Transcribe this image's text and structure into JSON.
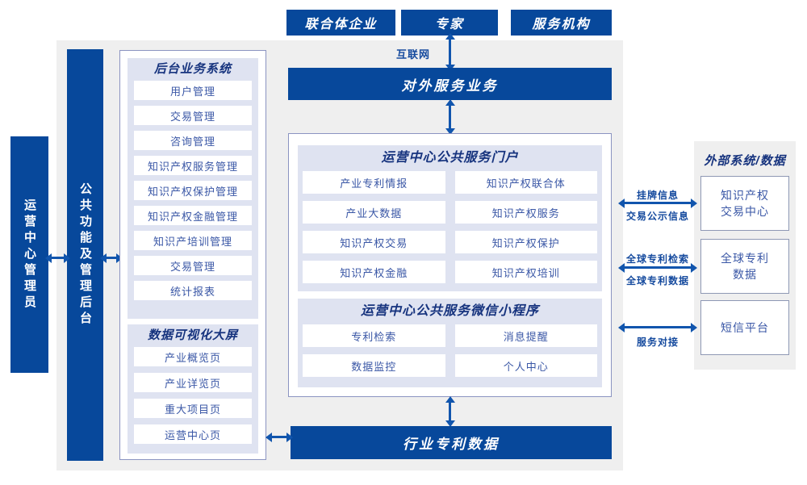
{
  "colors": {
    "primary_blue": "#07489B",
    "arrow_blue": "#1155AD",
    "panel_lavender": "#DFE3F1",
    "container_border": "#8B94C1",
    "background_gray": "#EFEFEF",
    "item_text": "#3A57A6"
  },
  "top_actors": [
    {
      "label": "联合体企业"
    },
    {
      "label": "专家"
    },
    {
      "label": "服务机构"
    }
  ],
  "internet_label": "互联网",
  "external_service_bar": "对外服务业务",
  "left_bars": {
    "operator": "运营中心管理员",
    "admin_backend": "公共功能及管理后台"
  },
  "backend_panel": {
    "title": "后台业务系统",
    "items": [
      "用户管理",
      "交易管理",
      "咨询管理",
      "知识产权服务管理",
      "知识产权保护管理",
      "知识产权金融管理",
      "知识产培训管理",
      "交易管理",
      "统计报表"
    ]
  },
  "dashboard_panel": {
    "title": "数据可视化大屏",
    "items": [
      "产业概览页",
      "产业详览页",
      "重大项目页",
      "运营中心页"
    ]
  },
  "portal_panel": {
    "title": "运营中心公共服务门户",
    "items": [
      "产业专利情报",
      "知识产权联合体",
      "产业大数据",
      "知识产权服务",
      "知识产权交易",
      "知识产权保护",
      "知识产权金融",
      "知识产权培训"
    ]
  },
  "miniprogram_panel": {
    "title": "运营中心公共服务微信小程序",
    "items": [
      "专利检索",
      "消息提醒",
      "数据监控",
      "个人中心"
    ]
  },
  "industry_data_bar": "行业专利数据",
  "external_panel": {
    "title": "外部系统/数据",
    "boxes": [
      {
        "lines": [
          "知识产权",
          "交易中心"
        ]
      },
      {
        "lines": [
          "全球专利",
          "数据"
        ]
      },
      {
        "lines": [
          "短信平台"
        ]
      }
    ]
  },
  "link_labels": {
    "listing_info": "挂牌信息",
    "trade_publicity": "交易公示信息",
    "global_patent_search": "全球专利检索",
    "global_patent_data": "全球专利数据",
    "service_connect": "服务对接"
  }
}
